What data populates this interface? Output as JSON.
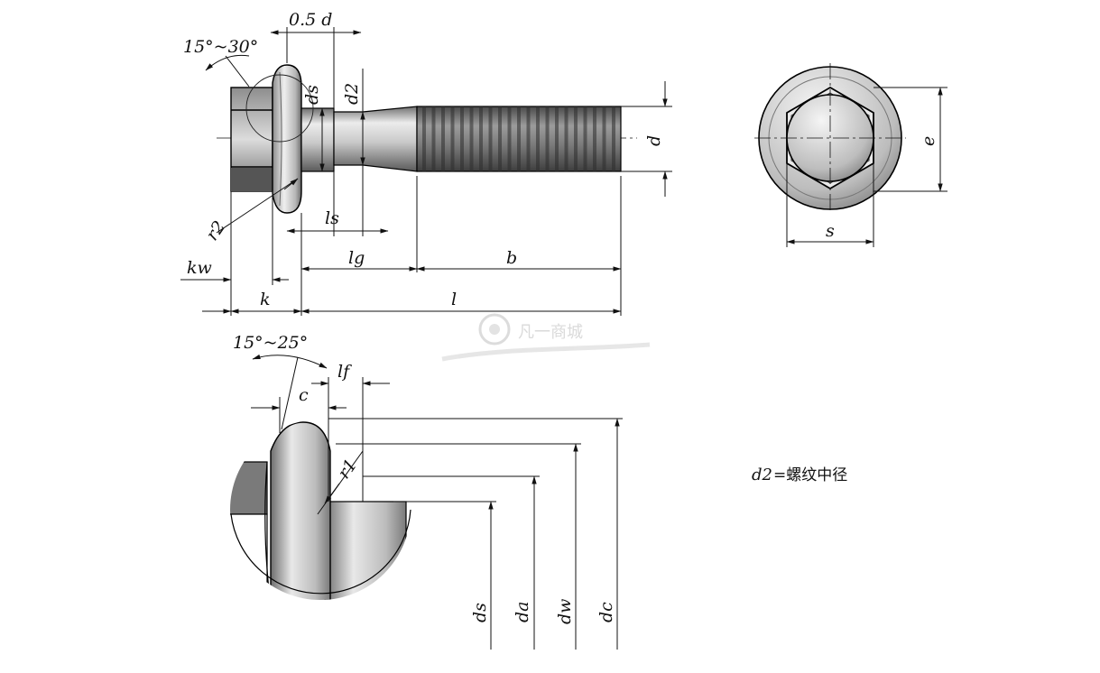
{
  "labels": {
    "angle_head": "15°~30°",
    "half_d": "0.5 d",
    "ds": "ds",
    "d2": "d2",
    "d": "d",
    "r2": "r2",
    "ls": "ls",
    "lg": "lg",
    "b": "b",
    "kw": "kw",
    "k": "k",
    "l": "l",
    "e": "e",
    "s": "s",
    "angle_detail": "15°~25°",
    "lf": "lf",
    "c": "c",
    "r1": "r1",
    "detail_ds": "ds",
    "da": "da",
    "dw": "dw",
    "dc": "dc"
  },
  "note": {
    "prefix": "d2",
    "text": "=螺纹中径"
  },
  "watermark": {
    "text": "凡一商城"
  },
  "colors": {
    "metal_light": "#e6e6e6",
    "metal_mid": "#a9a9a9",
    "metal_dark": "#555555",
    "line": "#111111"
  }
}
